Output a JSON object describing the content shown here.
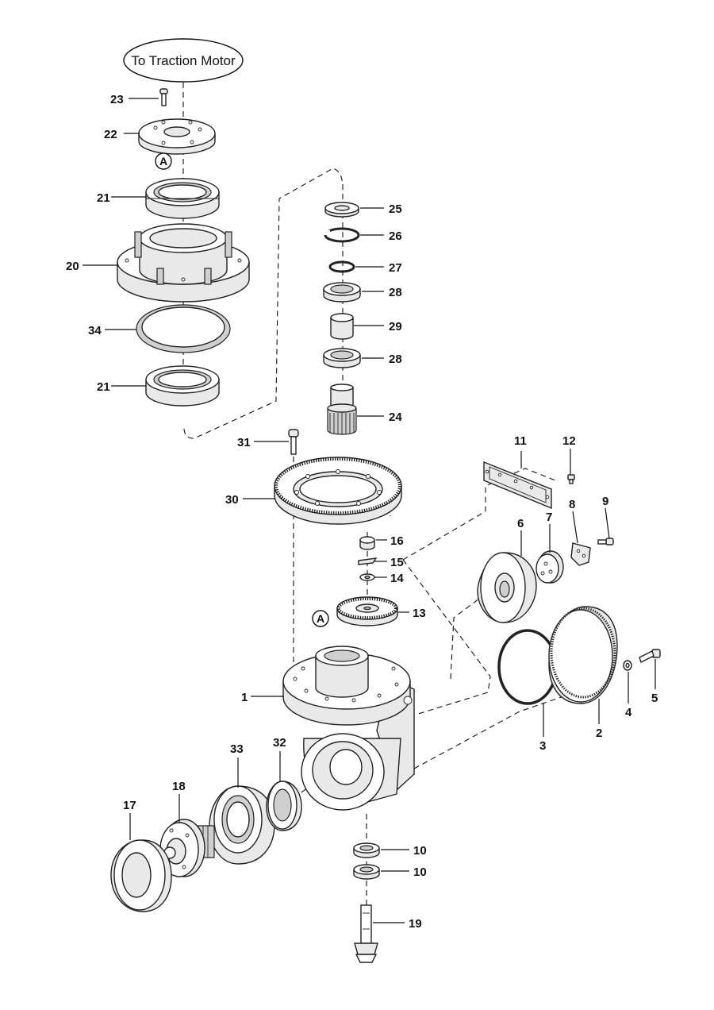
{
  "title_label": "To Traction Motor",
  "marker_label": "A",
  "callouts": {
    "c1": "1",
    "c2": "2",
    "c3": "3",
    "c4": "4",
    "c5": "5",
    "c6": "6",
    "c7": "7",
    "c8": "8",
    "c9": "9",
    "c10a": "10",
    "c10b": "10",
    "c11": "11",
    "c12": "12",
    "c13": "13",
    "c14": "14",
    "c15": "15",
    "c16": "16",
    "c17": "17",
    "c18": "18",
    "c19": "19",
    "c20": "20",
    "c21a": "21",
    "c21b": "21",
    "c22": "22",
    "c23": "23",
    "c24": "24",
    "c25": "25",
    "c26": "26",
    "c27": "27",
    "c28a": "28",
    "c28b": "28",
    "c29": "29",
    "c30": "30",
    "c31": "31",
    "c32": "32",
    "c33": "33",
    "c34": "34"
  }
}
